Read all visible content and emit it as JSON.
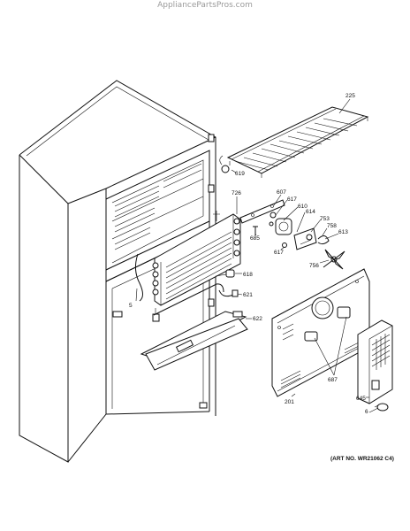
{
  "watermark": "AppliancePartsPros.com",
  "art_number": "(ART NO. WR21062 C4)",
  "callouts": {
    "c225": "225",
    "c619": "619",
    "c726": "726",
    "c607": "607",
    "c617a": "617",
    "c610": "610",
    "c614": "614",
    "c753": "753",
    "c758": "758",
    "c613": "613",
    "c685": "685",
    "c617b": "617",
    "c756": "756",
    "c618": "618",
    "c621": "621",
    "c622": "622",
    "c5": "5",
    "c687": "687",
    "c201": "201",
    "c645": "645",
    "c6": "6"
  }
}
